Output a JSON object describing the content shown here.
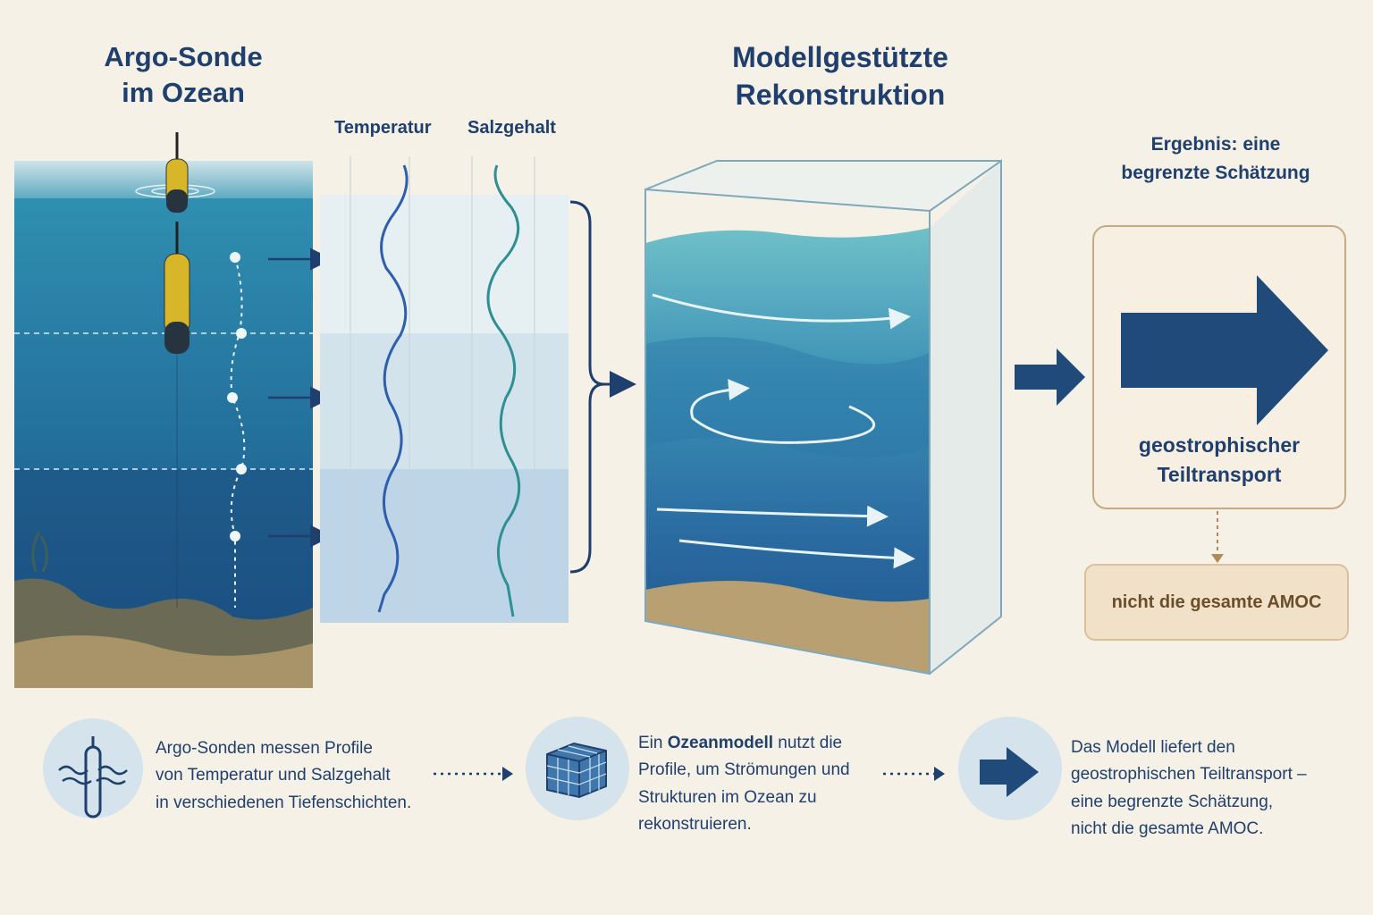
{
  "titles": {
    "argo": [
      "Argo-Sonde",
      "im Ozean"
    ],
    "model": [
      "Modellgestützte",
      "Rekonstruktion"
    ],
    "result": [
      "Ergebnis: eine",
      "begrenzte Schätzung"
    ]
  },
  "profile_labels": {
    "temperature": "Temperatur",
    "salinity": "Salzgehalt"
  },
  "result_box": {
    "text": [
      "geostrophischer",
      "Teiltransport"
    ],
    "not_amoc": "nicht die gesamte AMOC"
  },
  "steps": {
    "step1": [
      "Argo-Sonden messen Profile",
      "von Temperatur und Salzgehalt",
      "in verschiedenen Tiefenschichten."
    ],
    "step2_prefix": "Ein ",
    "step2_bold": "Ozeanmodell",
    "step2_rest": [
      " nutzt die",
      "Profile, um Strömungen und",
      "Strukturen im Ozean zu",
      "rekonstruieren."
    ],
    "step3": [
      "Das Modell liefert den",
      "geostrophischen Teiltransport –",
      "eine begrenzte Schätzung,",
      "nicht die gesamte AMOC."
    ]
  },
  "icons": [
    "argo-float-icon",
    "ocean-model-cube-icon",
    "arrow-right-icon"
  ],
  "colors": {
    "navy": "#1f3f6e",
    "temperature_line": "#2d5fae",
    "salinity_line": "#2f8f95",
    "sand": "#c4aa83"
  }
}
